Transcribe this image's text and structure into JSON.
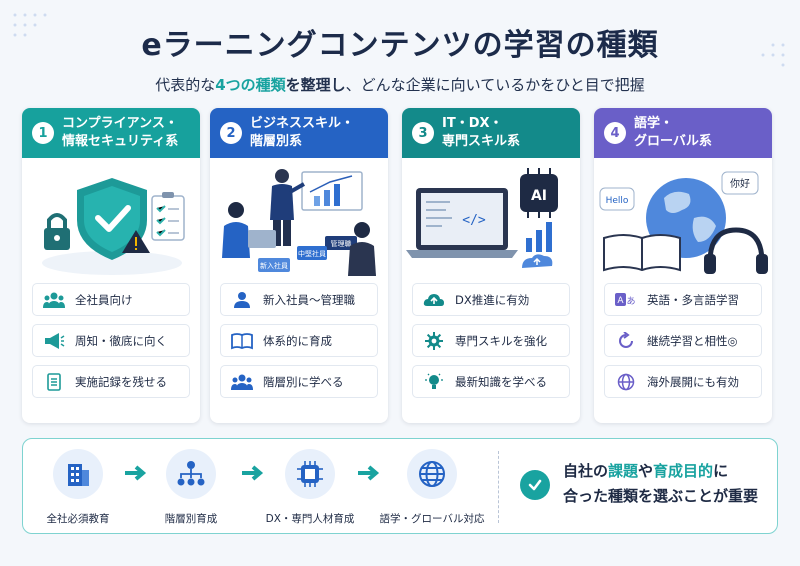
{
  "title": "eラーニングコンテンツの学習の種類",
  "subtitle": {
    "pre": "代表的な",
    "highlight": "4つの種類",
    "bold": "を整理し",
    "post": "、どんな企業に向いているかをひと目で把握"
  },
  "colors": {
    "teal": "#17a19d",
    "blue": "#2563c4",
    "dark_teal": "#138a8a",
    "purple": "#6a5fc8"
  },
  "cards": [
    {
      "num": "1",
      "line1": "コンプライアンス・",
      "line2": "情報セキュリティ系",
      "features": [
        {
          "icon": "people-icon",
          "text": "全社員向け"
        },
        {
          "icon": "megaphone-icon",
          "text": "周知・徹底に向く"
        },
        {
          "icon": "clipboard-icon",
          "text": "実施記録を残せる"
        }
      ]
    },
    {
      "num": "2",
      "line1": "ビジネススキル・",
      "line2": "階層別系",
      "badge_mid": "中堅社員",
      "badge_top": "管理職",
      "badge_new": "新入社員",
      "features": [
        {
          "icon": "person-icon",
          "text": "新入社員〜管理職"
        },
        {
          "icon": "book-icon",
          "text": "体系的に育成"
        },
        {
          "icon": "group-icon",
          "text": "階層別に学べる"
        }
      ]
    },
    {
      "num": "3",
      "line1": "IT・DX・",
      "line2": "専門スキル系",
      "ai_label": "AI",
      "features": [
        {
          "icon": "cloud-upload-icon",
          "text": "DX推進に有効"
        },
        {
          "icon": "gear-icon",
          "text": "専門スキルを強化"
        },
        {
          "icon": "lightbulb-icon",
          "text": "最新知識を学べる"
        }
      ]
    },
    {
      "num": "4",
      "line1": "語学・",
      "line2": "グローバル系",
      "bubble_en": "Hello",
      "bubble_zh": "你好",
      "features": [
        {
          "icon": "translate-icon",
          "text": "英語・多言語学習"
        },
        {
          "icon": "refresh-icon",
          "text": "継続学習と相性◎"
        },
        {
          "icon": "globe-icon",
          "text": "海外展開にも有効"
        }
      ]
    }
  ],
  "flow": [
    {
      "icon": "building-icon",
      "label": "全社必須教育"
    },
    {
      "icon": "hierarchy-icon",
      "label": "階層別育成"
    },
    {
      "icon": "chip-icon",
      "label": "DX・専門人材育成"
    },
    {
      "icon": "globe-icon",
      "label": "語学・グローバル対応"
    }
  ],
  "message": {
    "pre": "自社の",
    "t1": "課題",
    "mid": "や",
    "t2": "育成目的",
    "post": "に",
    "line2": "合った種類を選ぶことが重要"
  }
}
